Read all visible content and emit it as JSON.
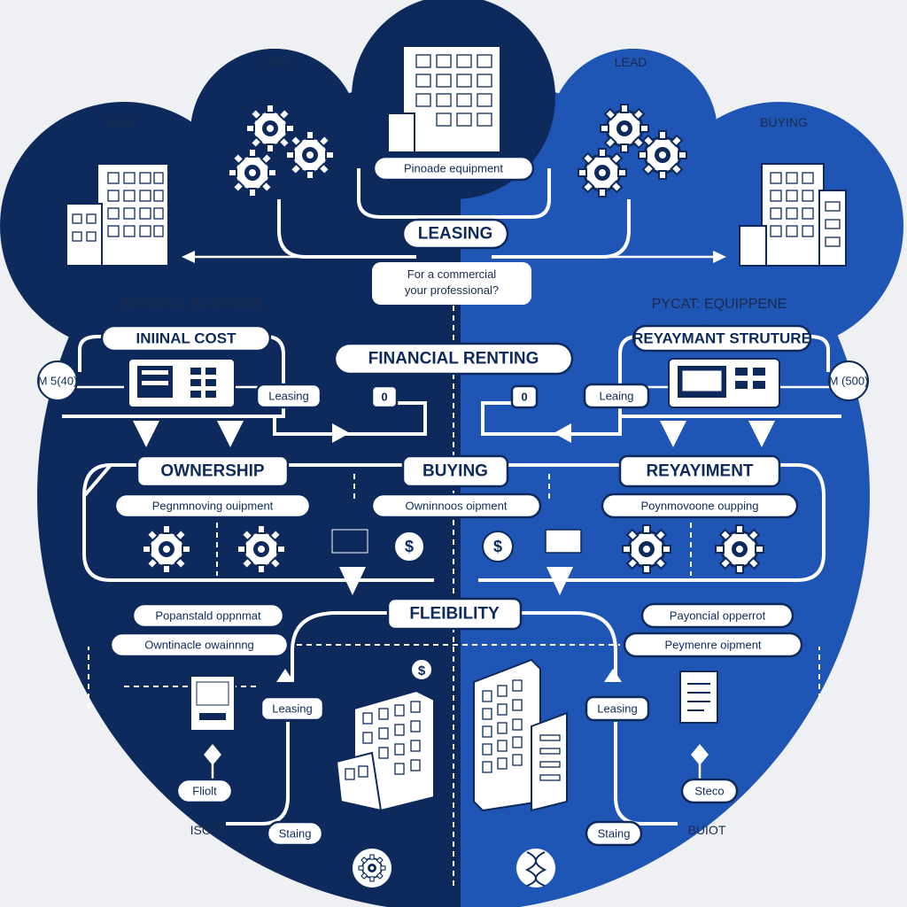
{
  "corner_labels": {
    "top_left": "LEAT",
    "top_right": "LEAD",
    "upper_left": "EAN",
    "upper_right": "BUYING",
    "bottom_left": "ISOTN",
    "bottom_right": "BUIOT"
  },
  "top": {
    "center_pill": "Pinoade equipment",
    "main_pill": "LEASING",
    "subtitle_line1": "For a commercial",
    "subtitle_line2": "your professional?"
  },
  "left": {
    "section_title": "INTANALL EUSTMICE",
    "cost_pill": "INIINAL COST",
    "price_badge": "M 5(40)",
    "leasing_pill": "Leasing",
    "ownership_heading": "OWNERSHIP",
    "ownership_pill": "Pegnmnoving ouipment",
    "lower_pill_1": "Popanstald oppnmat",
    "lower_pill_2": "Owntinacle owainnng",
    "leasing_pill_lower": "Leasing",
    "bottom_pill": "Fliolt",
    "staring_pill": "Staing"
  },
  "center": {
    "financial_pill": "FINANCIAL RENTING",
    "buying_heading": "BUYING",
    "buying_pill": "Owninnoos oipment",
    "flexibility_pill": "FLEIBILITY",
    "small_left": "0",
    "small_right": "0"
  },
  "right": {
    "section_title": "PYCAT: EQUIPPENE",
    "structure_pill": "REYAYMANT STRUTURE",
    "price_badge": "M (500)",
    "leasing_pill": "Leaing",
    "repayment_heading": "REYAYIMENT",
    "repayment_pill": "Poynmovoone oupping",
    "lower_pill_1": "Payoncial opperrot",
    "lower_pill_2": "Peymenre oipment",
    "leasing_pill_lower": "Leasing",
    "bottom_pill": "Steco",
    "staring_pill": "Staing"
  },
  "icons": {
    "dollar": "$"
  },
  "colors": {
    "navy": "#0e2a5c",
    "royal": "#1f55b5",
    "white": "#ffffff",
    "background": "#eef0f3"
  }
}
